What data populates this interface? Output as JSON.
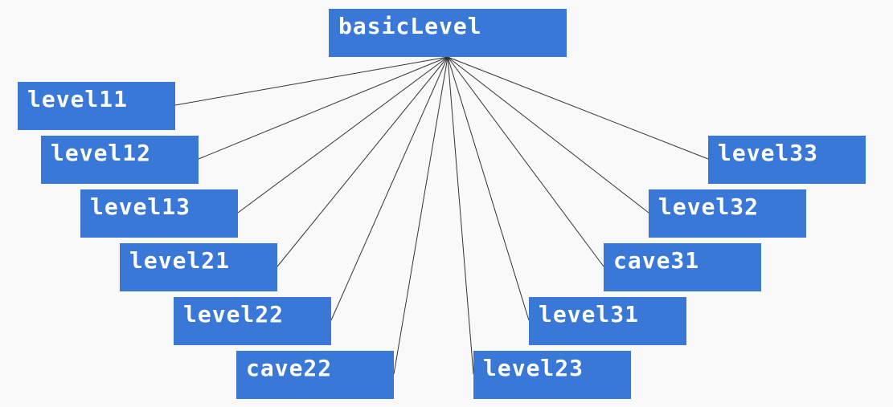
{
  "diagram": {
    "type": "tree",
    "root": "basicLevel",
    "children": [
      "level11",
      "level12",
      "level13",
      "level21",
      "level22",
      "cave22",
      "level23",
      "level31",
      "cave31",
      "level32",
      "level33"
    ]
  },
  "colors": {
    "background": "#f9f9f9",
    "node_fill": "#3a78d8",
    "node_text": "#ffffff",
    "edge": "#333333"
  }
}
